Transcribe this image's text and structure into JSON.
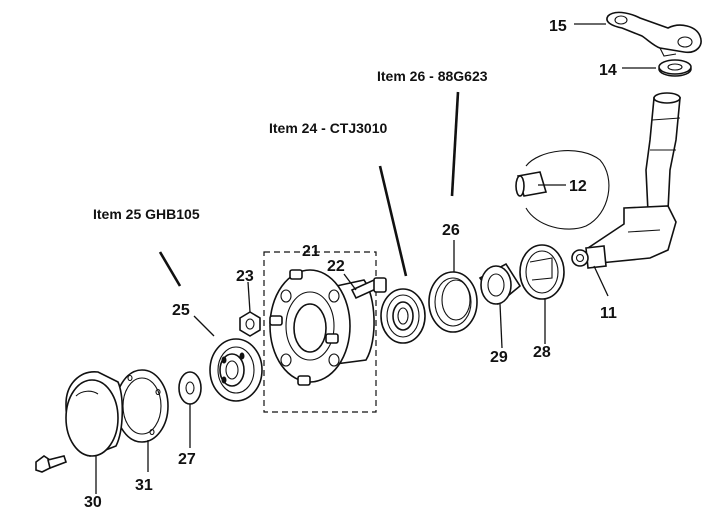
{
  "callouts": {
    "item25": "Item 25 GHB105",
    "item24": "Item 24 - CTJ3010",
    "item26": "Item 26 - 88G623"
  },
  "parts": {
    "p11": "11",
    "p12": "12",
    "p14": "14",
    "p15": "15",
    "p21": "21",
    "p22": "22",
    "p23": "23",
    "p25": "25",
    "p26": "26",
    "p27": "27",
    "p28": "28",
    "p29": "29",
    "p30": "30",
    "p31": "31"
  }
}
